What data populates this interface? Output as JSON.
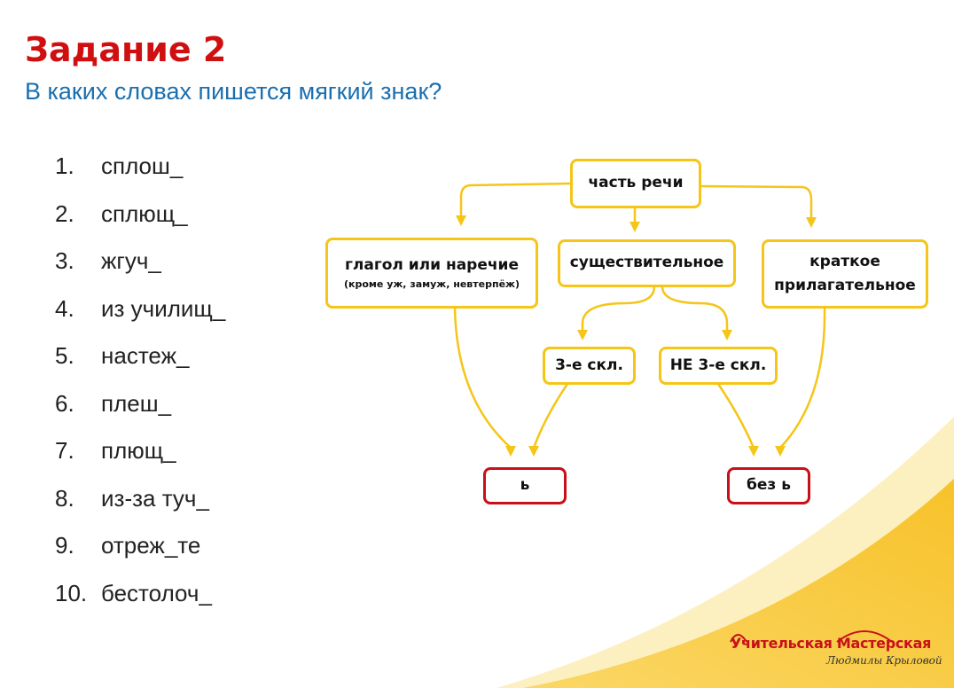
{
  "title": "Задание 2",
  "subtitle": "В каких словах пишется мягкий знак?",
  "items": [
    {
      "n": "1.",
      "w": "сплош_"
    },
    {
      "n": "2.",
      "w": "сплющ_"
    },
    {
      "n": "3.",
      "w": "жгуч_"
    },
    {
      "n": "4.",
      "w": "из училищ_"
    },
    {
      "n": "5.",
      "w": "настеж_"
    },
    {
      "n": "6.",
      "w": "плеш_"
    },
    {
      "n": "7.",
      "w": "плющ_"
    },
    {
      "n": "8.",
      "w": "из-за туч_"
    },
    {
      "n": "9.",
      "w": "отреж_те"
    },
    {
      "n": "10.",
      "w": "бестолоч_"
    }
  ],
  "diagram": {
    "root": "часть речи",
    "verb": "глагол или наречие",
    "verb_note": "(кроме уж, замуж, невтерпёж)",
    "noun": "существительное",
    "adj1": "краткое",
    "adj2": "прилагательное",
    "decl3": "3-е скл.",
    "notdecl3": "НЕ 3-е скл.",
    "soft": "ь",
    "nosoft": "без ь"
  },
  "logo": {
    "line1": "Учительская Мастерская",
    "line2": "Людмилы Крыловой"
  },
  "colors": {
    "accent": "#f5c518",
    "red": "#c8101a",
    "blue": "#1a6fb0"
  }
}
